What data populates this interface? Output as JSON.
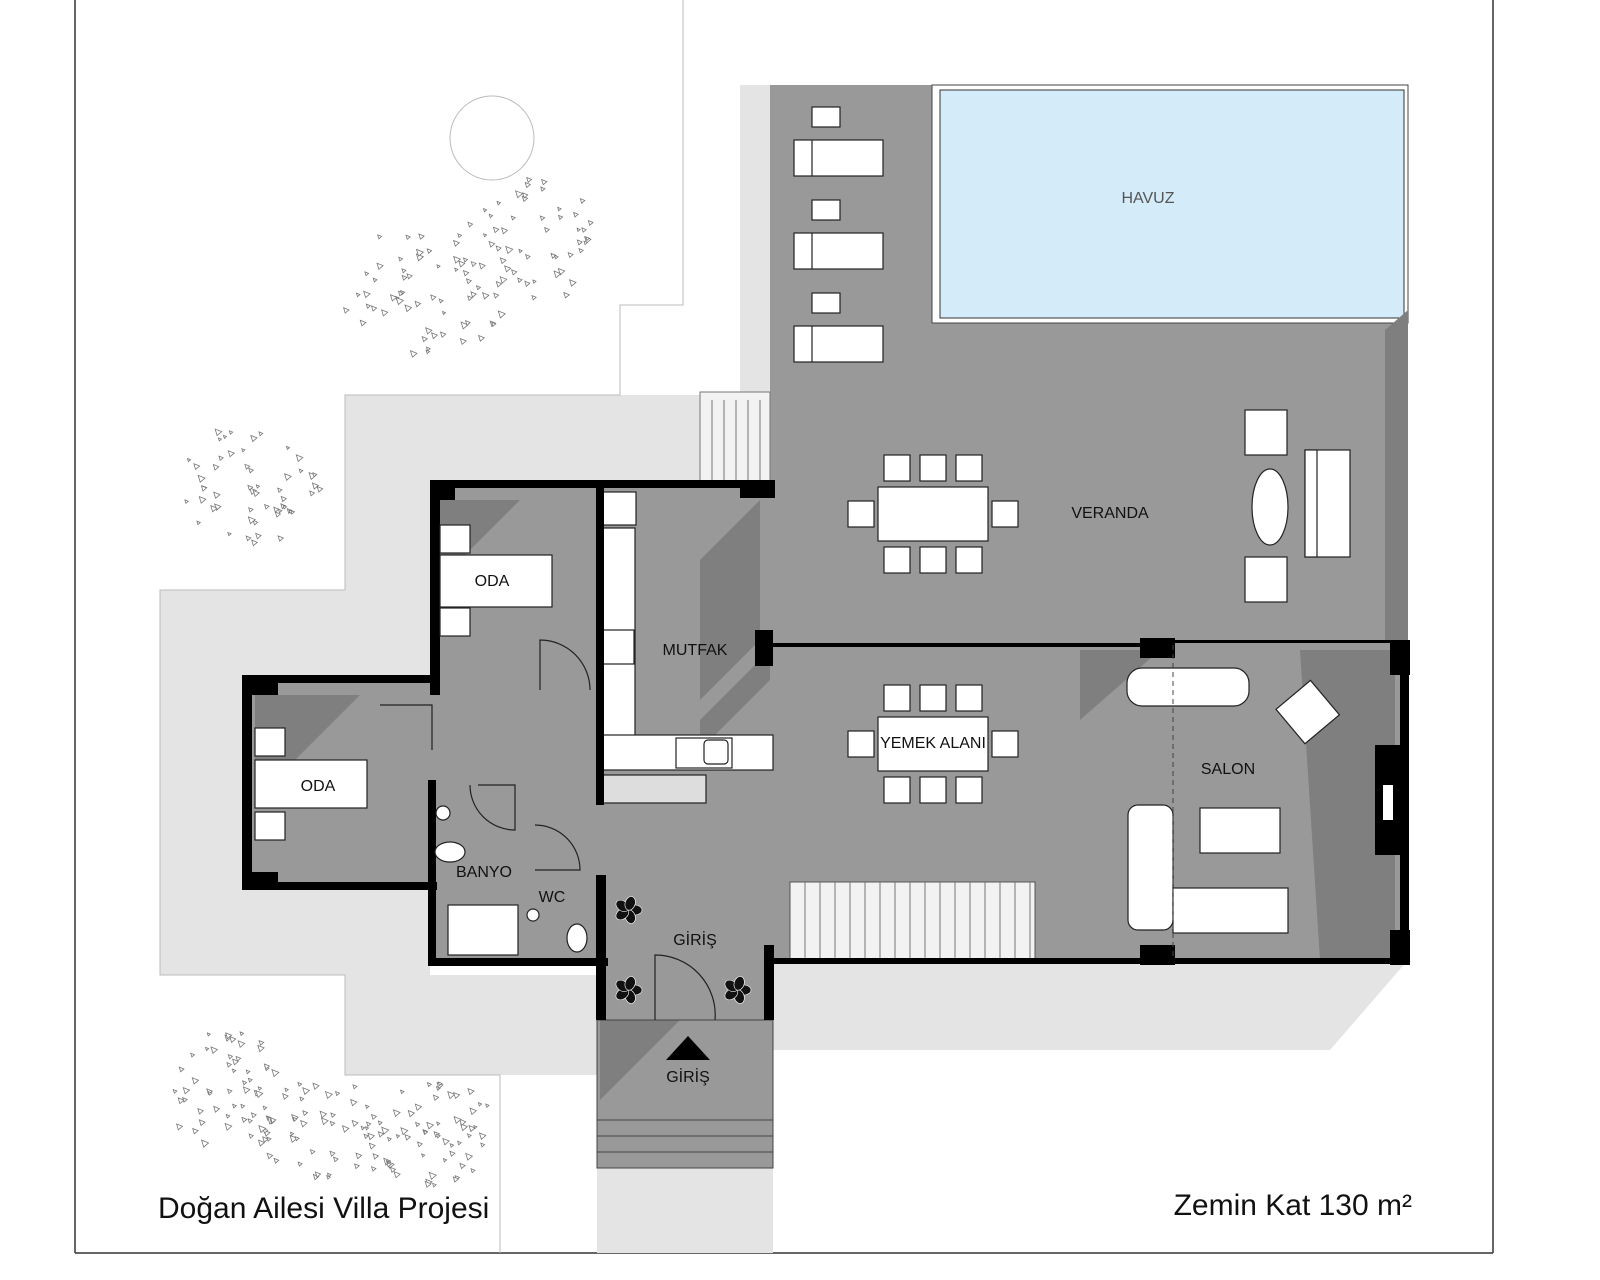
{
  "drawing": {
    "title": "Doğan Ailesi Villa Projesi",
    "floor_info": "Zemin Kat 130 m²"
  },
  "rooms": {
    "pool": "HAVUZ",
    "veranda": "VERANDA",
    "bedroom_top": "ODA",
    "bedroom_left": "ODA",
    "kitchen": "MUTFAK",
    "dining": "YEMEK ALANI",
    "living": "SALON",
    "bathroom": "BANYO",
    "wc": "WC",
    "entrance_hall": "GİRİŞ",
    "entrance_porch": "GİRİŞ"
  },
  "colors": {
    "floor": "#999999",
    "shadow": "#7f7f7f",
    "ground": "#e4e4e4",
    "pool": "#d4ecfa",
    "wall": "#000000"
  }
}
